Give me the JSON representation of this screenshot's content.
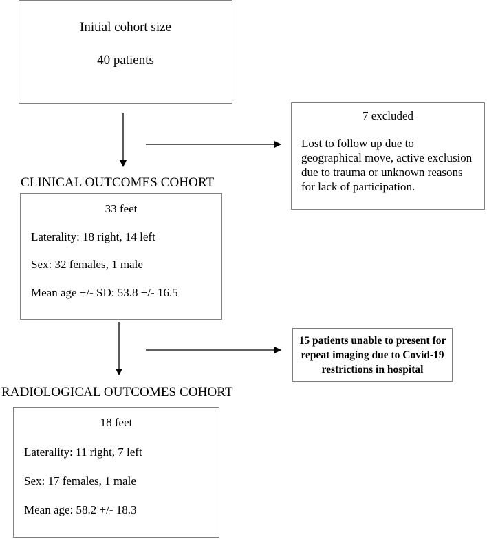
{
  "initial_box": {
    "title": "Initial cohort size",
    "count": "40 patients"
  },
  "excluded_box": {
    "title": "7 excluded",
    "lines": [
      "Lost to follow up due to",
      "geographical move, active exclusion",
      "due to trauma or unknown reasons",
      "for lack of participation."
    ]
  },
  "clinical": {
    "heading": "CLINICAL OUTCOMES COHORT",
    "feet": "33 feet",
    "laterality": "Laterality: 18 right, 14 left",
    "sex": "Sex: 32 females, 1 male",
    "age": "Mean age +/- SD: 53.8 +/- 16.5"
  },
  "covid_box": {
    "lines": [
      "15 patients unable to present for",
      "repeat imaging due to Covid-19",
      "restrictions in hospital"
    ]
  },
  "radiological": {
    "heading": "RADIOLOGICAL OUTCOMES COHORT",
    "feet": "18 feet",
    "laterality": "Laterality: 11 right, 7 left",
    "sex": "Sex: 17 females, 1 male",
    "age": "Mean age: 58.2 +/- 18.3"
  },
  "colors": {
    "border": "#808080",
    "arrow": "#000000",
    "text": "#000000"
  }
}
